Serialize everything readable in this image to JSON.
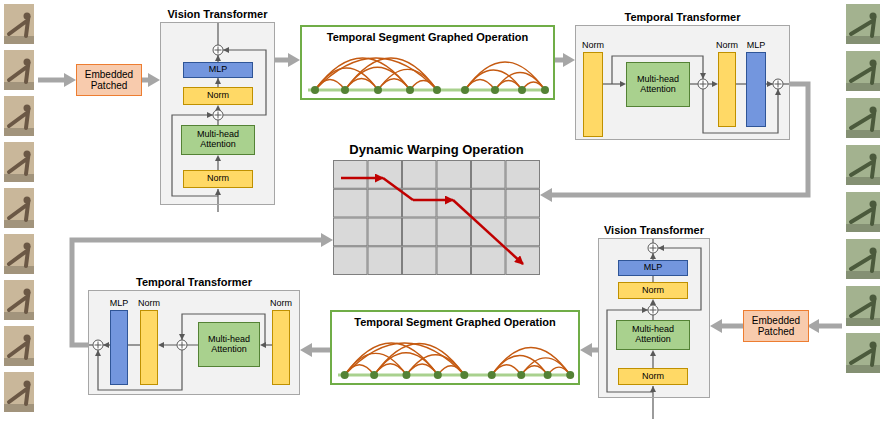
{
  "diagram": {
    "nodes": [
      {
        "text": [
          "Embedded Patched"
        ]
      },
      {
        "text": [
          "Vision Transformer"
        ]
      },
      {
        "text": [
          "MLP"
        ],
        "in": 1
      },
      {
        "text": [
          "Norm"
        ],
        "in": 1
      },
      {
        "text": [
          "Multi-head Attention"
        ],
        "in": 1
      },
      {
        "text": [
          "Norm"
        ],
        "in": 1
      },
      {
        "text": [
          "Temporal Segment Graphed Operation"
        ]
      },
      {
        "text": [
          "Temporal Transformer"
        ]
      },
      {
        "text": [
          "Norm"
        ],
        "in": 7
      },
      {
        "text": [
          "Multi-head Attention"
        ],
        "in": 7
      },
      {
        "text": [
          "Norm"
        ],
        "in": 7
      },
      {
        "text": [
          "MLP"
        ],
        "in": 7
      },
      {
        "text": [
          "Dynamic Warping Operation"
        ]
      },
      {
        "text": [
          "Vision Transformer"
        ]
      },
      {
        "text": [
          "MLP"
        ],
        "in": 13
      },
      {
        "text": [
          "Norm"
        ],
        "in": 13
      },
      {
        "text": [
          "Multi-head Attention"
        ],
        "in": 13
      },
      {
        "text": [
          "Norm"
        ],
        "in": 13
      },
      {
        "text": [
          "Embedded Patched"
        ]
      },
      {
        "text": [
          "Temporal Segment Graphed Operation"
        ]
      },
      {
        "text": [
          "Temporal Transformer"
        ]
      },
      {
        "text": [
          "MLP"
        ],
        "in": 20
      },
      {
        "text": [
          "Norm"
        ],
        "in": 20
      },
      {
        "text": [
          "Multi-head Attention"
        ],
        "in": 20
      },
      {
        "text": [
          "Norm"
        ],
        "in": 20
      }
    ],
    "edges": [
      {
        "from": 0,
        "to": 1,
        "arrow": "to"
      },
      {
        "from": 1,
        "to": 6,
        "arrow": "to"
      },
      {
        "from": 6,
        "to": 7,
        "arrow": "to"
      },
      {
        "from": 7,
        "to": 12,
        "arrow": "to"
      },
      {
        "from": 18,
        "to": 13,
        "arrow": "to"
      },
      {
        "from": 13,
        "to": 19,
        "arrow": "to"
      },
      {
        "from": 19,
        "to": 20,
        "arrow": "to"
      },
      {
        "from": 20,
        "to": 12,
        "arrow": "to"
      },
      {
        "from": 5,
        "to": 4,
        "arrow": "to"
      },
      {
        "from": 4,
        "to": 3,
        "arrow": "to"
      },
      {
        "from": 8,
        "to": 9,
        "arrow": "to"
      },
      {
        "from": 9,
        "to": 10,
        "arrow": "to"
      },
      {
        "from": 17,
        "to": 16,
        "arrow": "to"
      },
      {
        "from": 16,
        "to": 15,
        "arrow": "to"
      },
      {
        "from": 24,
        "to": 23,
        "arrow": "to"
      },
      {
        "from": 23,
        "to": 22,
        "arrow": "to"
      }
    ]
  }
}
